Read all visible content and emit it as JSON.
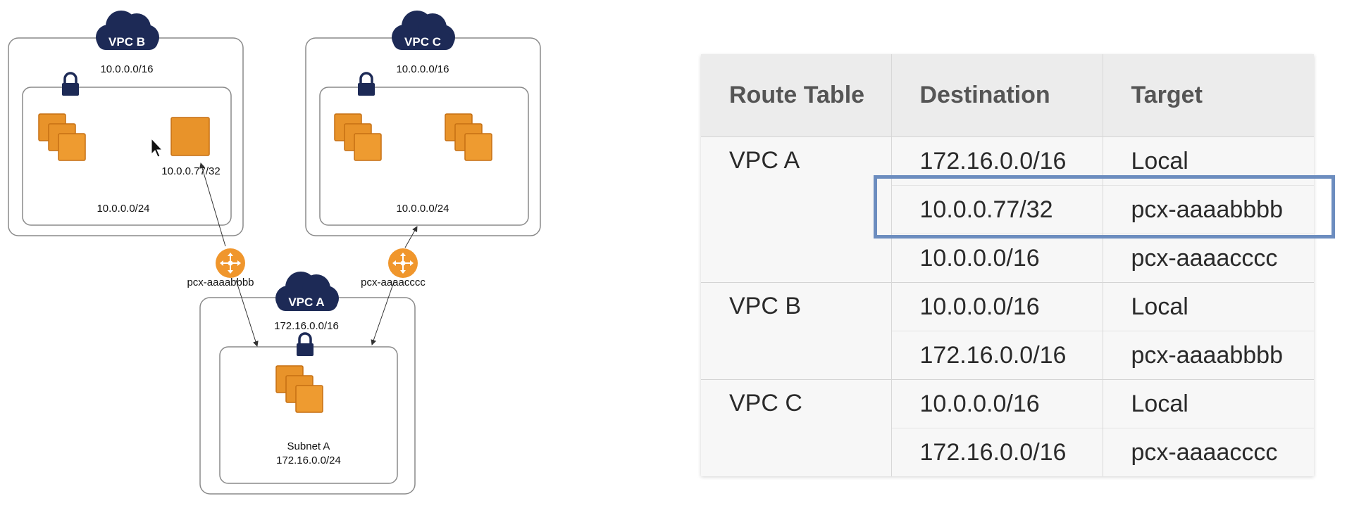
{
  "diagram": {
    "vpc_b": {
      "name": "VPC B",
      "cidr": "10.0.0.0/16",
      "subnet_cidr": "10.0.0.0/24",
      "instance_ip": "10.0.0.77/32"
    },
    "vpc_c": {
      "name": "VPC C",
      "cidr": "10.0.0.0/16",
      "subnet_cidr": "10.0.0.0/24"
    },
    "vpc_a": {
      "name": "VPC A",
      "cidr": "172.16.0.0/16",
      "subnet_name": "Subnet A",
      "subnet_cidr": "172.16.0.0/24"
    },
    "peering": {
      "ab": "pcx-aaaabbbb",
      "ac": "pcx-aaaacccc"
    },
    "colors": {
      "instance": "#e8932a",
      "instance_stroke": "#c56f12",
      "cloud": "#1d2a56",
      "peering": "#f0962c",
      "vpc_border": "#8a8a8a",
      "highlight": "#6c8dbf"
    },
    "icons": [
      "cloud-icon",
      "lock-icon",
      "instance-icon",
      "peering-icon",
      "cursor-icon"
    ]
  },
  "route_table": {
    "headers": {
      "route_table": "Route Table",
      "destination": "Destination",
      "target": "Target"
    },
    "groups": [
      {
        "name": "VPC A",
        "rows": [
          {
            "destination": "172.16.0.0/16",
            "target": "Local"
          },
          {
            "destination": "10.0.0.77/32",
            "target": "pcx-aaaabbbb"
          },
          {
            "destination": "10.0.0.0/16",
            "target": "pcx-aaaacccc"
          }
        ]
      },
      {
        "name": "VPC B",
        "rows": [
          {
            "destination": "10.0.0.0/16",
            "target": "Local"
          },
          {
            "destination": "172.16.0.0/16",
            "target": "pcx-aaaabbbb"
          }
        ]
      },
      {
        "name": "VPC C",
        "rows": [
          {
            "destination": "10.0.0.0/16",
            "target": "Local"
          },
          {
            "destination": "172.16.0.0/16",
            "target": "pcx-aaaacccc"
          }
        ]
      }
    ]
  }
}
